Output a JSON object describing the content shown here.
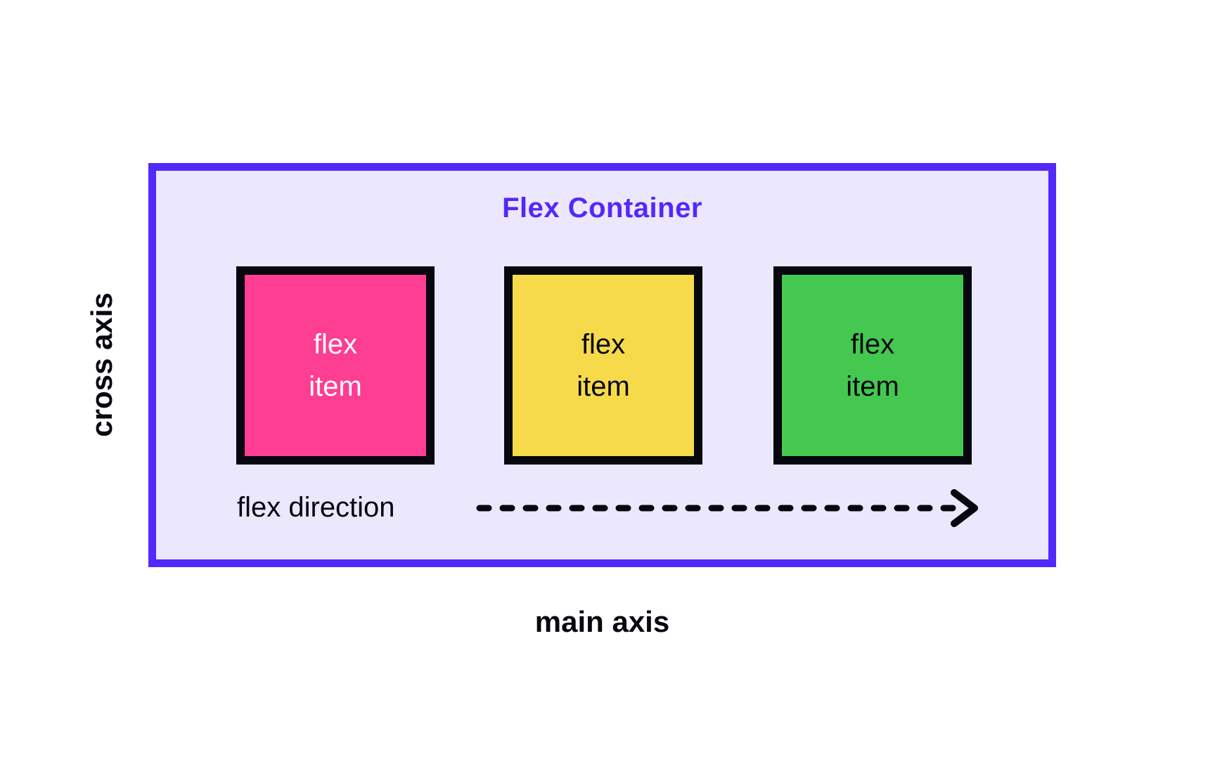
{
  "diagram": {
    "container": {
      "title": "Flex Container"
    },
    "items": [
      {
        "label": "flex item",
        "color": "#FD3E92",
        "text_color": "#FFFFFF"
      },
      {
        "label": "flex item",
        "color": "#F6DA4A",
        "text_color": "#06070F"
      },
      {
        "label": "flex item",
        "color": "#44C850",
        "text_color": "#06070F"
      }
    ],
    "flex_direction_label": "flex direction",
    "main_axis_label": "main axis",
    "cross_axis_label": "cross axis",
    "colors": {
      "container_border": "#5328FA",
      "container_background": "#EBE7FC",
      "title_text": "#5328FA",
      "item_border": "#06070F",
      "arrow": "#06070F",
      "label_text": "#06070F",
      "page_background": "#FFFFFF"
    }
  }
}
